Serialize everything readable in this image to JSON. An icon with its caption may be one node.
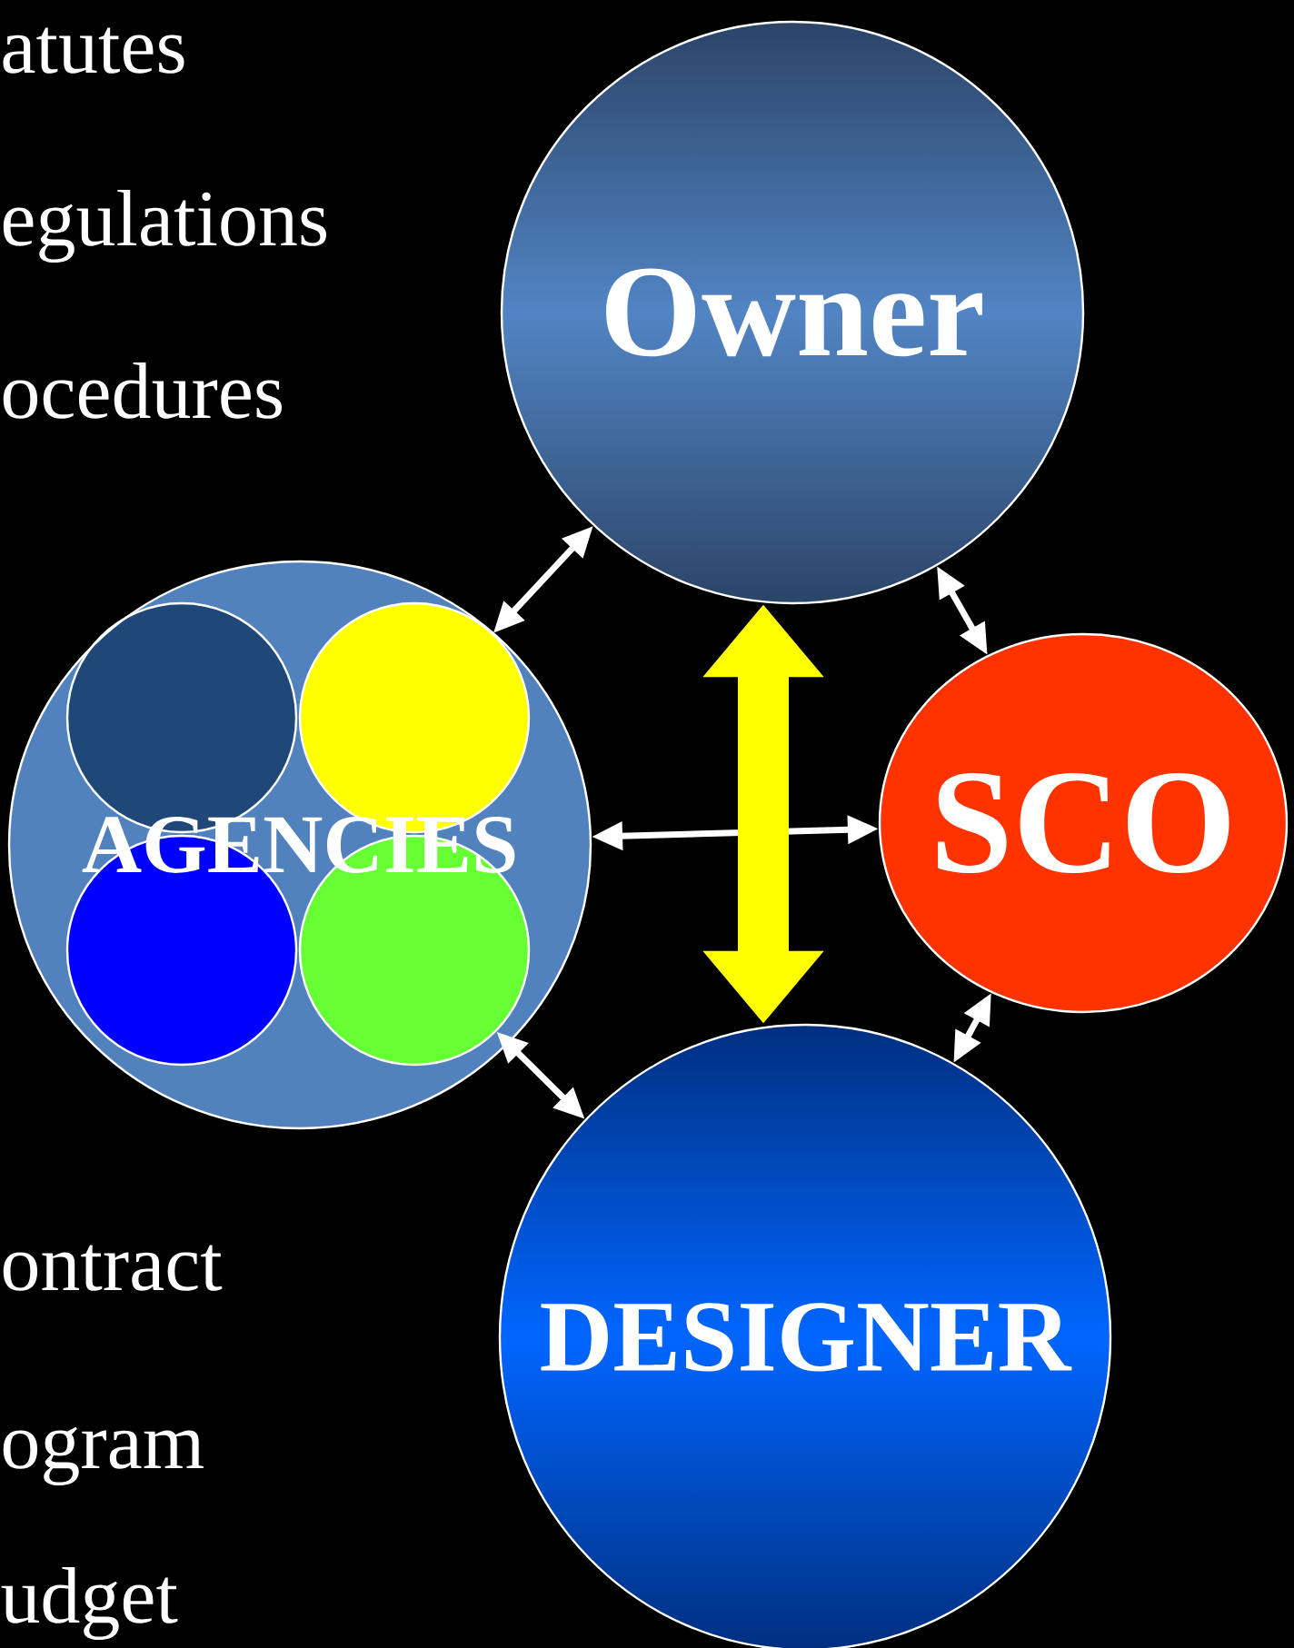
{
  "diagram": {
    "nodes": [
      {
        "text": [
          "Owner"
        ]
      },
      {
        "text": [
          "AGENCIES"
        ]
      },
      {
        "text": [],
        "shape": "circle",
        "in": 1
      },
      {
        "text": [],
        "shape": "circle",
        "in": 1
      },
      {
        "text": [],
        "shape": "circle",
        "in": 1
      },
      {
        "text": [],
        "shape": "circle",
        "in": 1
      },
      {
        "text": [
          "SCO"
        ]
      },
      {
        "text": [
          "DESIGNER"
        ]
      }
    ],
    "edges": [
      {
        "from": 0,
        "to": 3,
        "arrow": "both"
      },
      {
        "from": 0,
        "to": 6,
        "arrow": "both"
      },
      {
        "from": 1,
        "to": 6,
        "arrow": "both"
      },
      {
        "from": 0,
        "to": 7,
        "arrow": "both",
        "style": "thick",
        "color": "#ffff00"
      },
      {
        "from": 5,
        "to": 7,
        "arrow": "both"
      },
      {
        "from": 6,
        "to": 7,
        "arrow": "both"
      }
    ],
    "labels": [
      "atutes",
      "egulations",
      "ocedures",
      "ontract",
      "ogram",
      "udget"
    ]
  }
}
